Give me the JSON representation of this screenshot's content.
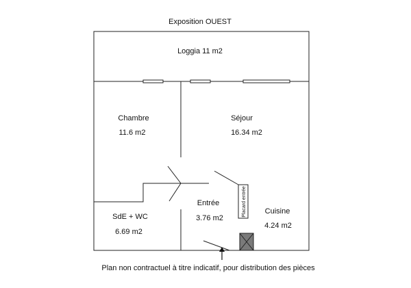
{
  "title": "Exposition OUEST",
  "footer_note": "Plan non contractuel à titre indicatif, pour distribution des pièces",
  "rooms": {
    "loggia": {
      "label": "Loggia  11 m2"
    },
    "chambre": {
      "name": "Chambre",
      "area": "11.6 m2"
    },
    "sejour": {
      "name": "Séjour",
      "area": "16.34 m2"
    },
    "entree": {
      "name": "Entrée",
      "area": "3.76 m2"
    },
    "sde_wc": {
      "name": "SdE + WC",
      "area": "6.69 m2"
    },
    "cuisine": {
      "name": "Cuisine",
      "area": "4.24 m2"
    }
  },
  "placard_label": "Placard entrée",
  "colors": {
    "walls": "#222222",
    "fixture_fill": "#7a7a7a",
    "background": "#ffffff"
  },
  "icons": {
    "entry_marker": "arrow-up-icon",
    "fixture": "crossed-box-icon"
  }
}
